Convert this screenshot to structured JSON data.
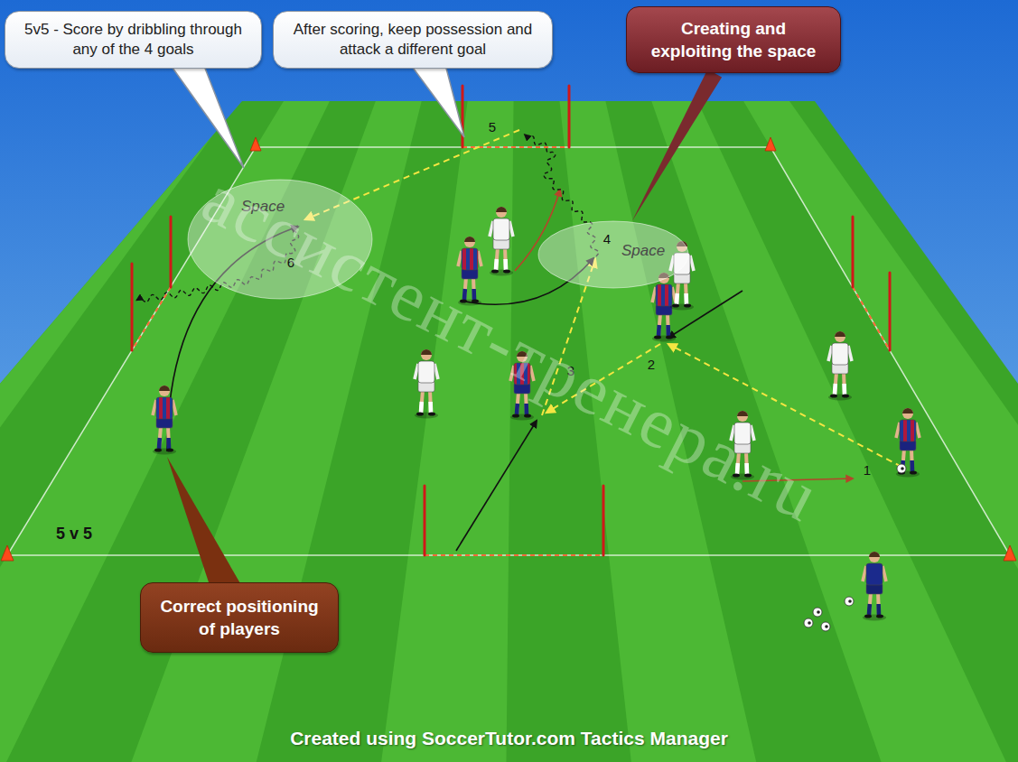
{
  "diagram": {
    "caption": "Created using SoccerTutor.com Tactics Manager",
    "nodes": [
      {
        "text": [
          "5v5 - Score by dribbling through any of the 4 goals"
        ]
      },
      {
        "text": [
          "After scoring, keep possession and attack a different goal"
        ]
      },
      {
        "text": [
          "Creating and exploiting the space"
        ]
      },
      {
        "text": [
          "Space"
        ]
      },
      {
        "text": [
          "Space"
        ]
      },
      {
        "text": [
          "Correct positioning of players"
        ]
      }
    ],
    "edges": [
      {
        "from": 2,
        "to": 4,
        "arrow": "none"
      }
    ],
    "labels": [
      "5",
      "4",
      "6",
      "2",
      "3",
      "1",
      "5 v 5",
      "ассистент-тренера.ru"
    ]
  }
}
